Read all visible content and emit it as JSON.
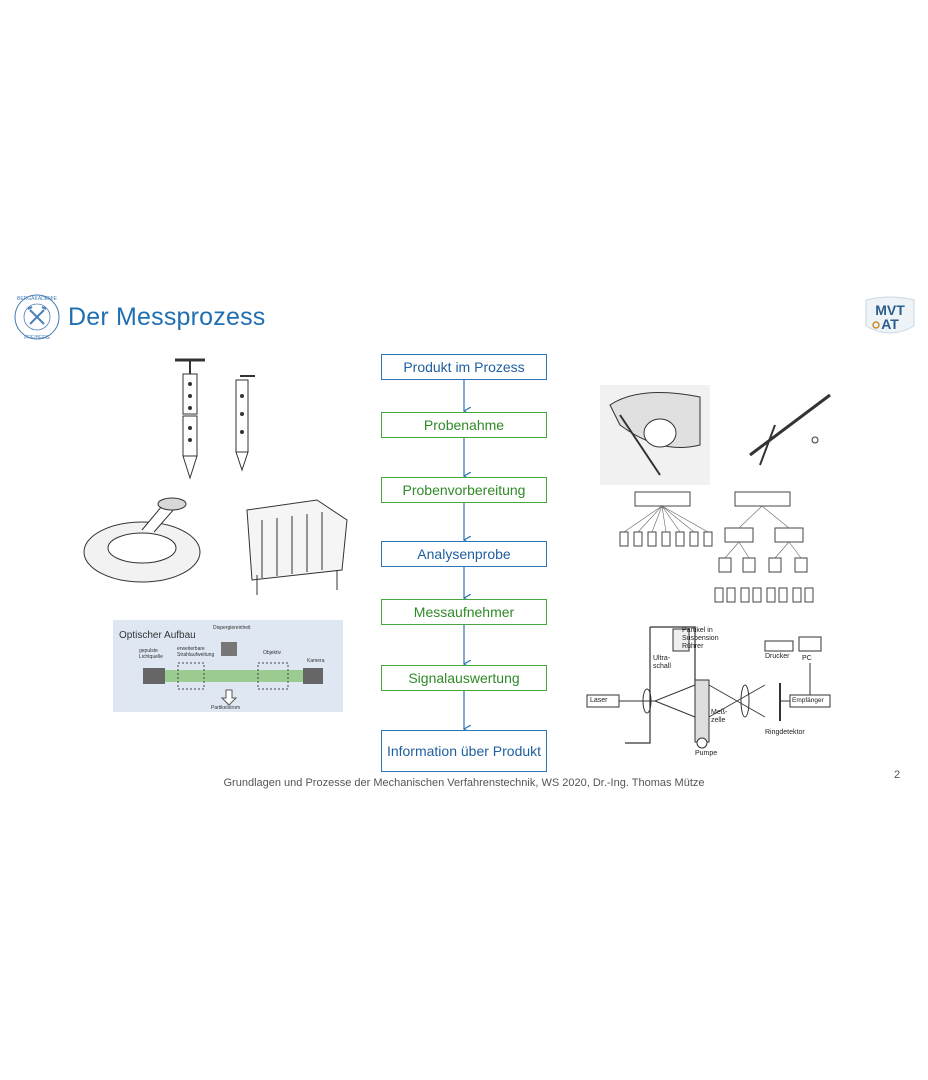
{
  "header": {
    "title": "Der Messprozess",
    "logo_left_text": "TU BERGAKADEMIE FREIBERG",
    "logo_right_text": "MVT AT"
  },
  "flow_steps": [
    {
      "label": "Produkt im Prozess",
      "color": "#2e75b6"
    },
    {
      "label": "Probenahme",
      "color": "#46a83c"
    },
    {
      "label": "Probenvorbereitung",
      "color": "#46a83c"
    },
    {
      "label": "Analysenprobe",
      "color": "#2e75b6"
    },
    {
      "label": "Messaufnehmer",
      "color": "#46a83c"
    },
    {
      "label": "Signalauswertung",
      "color": "#46a83c"
    },
    {
      "label": "Information über Produkt",
      "color": "#2e75b6"
    }
  ],
  "optical": {
    "title": "Optischer Aufbau",
    "labels": {
      "light": "gepulste Lichtquelle",
      "expander": "erweiterbare Strahlaufweitung",
      "disperser": "Dispergiereinheit",
      "objective": "Objektiv",
      "camera": "Kamera",
      "stream": "Partikelstrom"
    }
  },
  "laser": {
    "labels": {
      "particles": "Partikel in Suspension",
      "stirrer": "Rührer",
      "ultrasound": "Ultra- schall",
      "laser": "Laser",
      "cell": "Meß- zelle",
      "pump": "Pumpe",
      "ring": "Ringdetektor",
      "receiver": "Empfänger",
      "printer": "Drucker",
      "pc": "PC"
    }
  },
  "footer": {
    "text": "Grundlagen und Prozesse der Mechanischen Verfahrenstechnik, WS 2020, Dr.-Ing. Thomas Mütze",
    "page": "2"
  }
}
